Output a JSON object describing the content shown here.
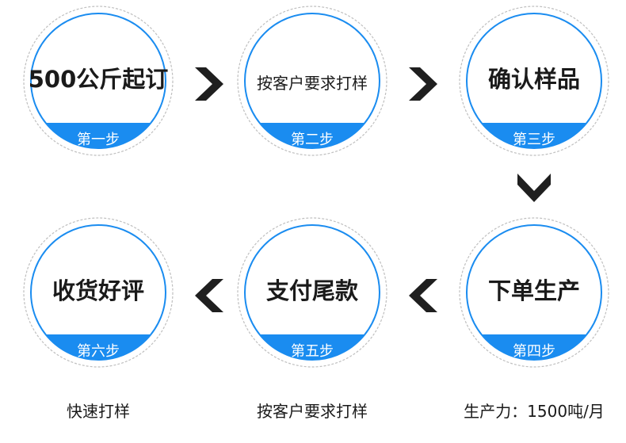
{
  "colors": {
    "accent": "#1a8cf0",
    "arrow": "#1f1f1f",
    "ring": "#bfbfbf"
  },
  "steps": [
    {
      "title": "500公斤起订",
      "label": "第一步"
    },
    {
      "title": "按客户要求打样",
      "label": "第二步"
    },
    {
      "title": "确认样品",
      "label": "第三步"
    },
    {
      "title": "下单生产",
      "label": "第四步"
    },
    {
      "title": "支付尾款",
      "label": "第五步"
    },
    {
      "title": "收货好评",
      "label": "第六步"
    }
  ],
  "notes": [
    "快速打样",
    "按客户要求打样",
    "生产力：1500吨/月"
  ],
  "arrows": [
    "chevron-right-icon",
    "chevron-right-icon",
    "chevron-down-icon",
    "chevron-left-icon",
    "chevron-left-icon"
  ]
}
